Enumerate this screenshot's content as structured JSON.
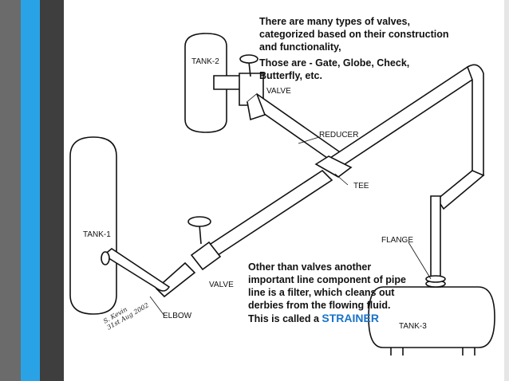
{
  "labels": {
    "tank2": "TANK-2",
    "valve_top": "VALVE",
    "reducer": "REDUCER",
    "tee": "TEE",
    "tank1": "TANK-1",
    "flange": "FLANGE",
    "valve_bottom": "VALVE",
    "elbow": "ELBOW",
    "tank3": "TANK-3"
  },
  "notes": {
    "top_line1": "There are many types of valves, categorized based on their construction and functionality,",
    "top_line2": "Those are - Gate, Globe, Check, Butterfly, etc.",
    "bottom_text": "Other than valves another important line component of pipe line is a filter, which cleans out derbies from the flowing fluid. This is called a",
    "bottom_term": "STRAINER"
  },
  "signature": {
    "line1": "S. Kevin",
    "line2": "31st Aug 2002"
  },
  "colors": {
    "accent_blue": "#2aa3e6",
    "dark_stripe": "#555555",
    "term_blue": "#1a73c9"
  }
}
